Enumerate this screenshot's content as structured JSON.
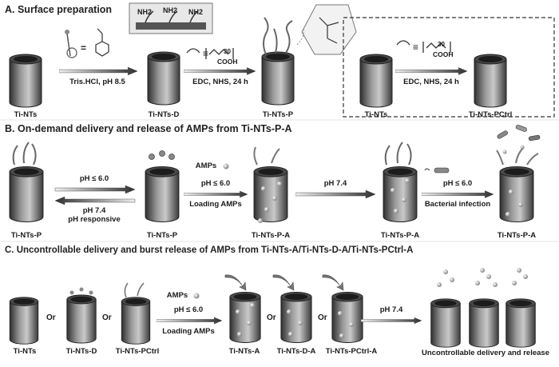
{
  "panel_a": {
    "title": "A. Surface preparation",
    "nh2": [
      "NH2",
      "NH2",
      "NH2"
    ],
    "sub_30": "30",
    "cooh": "COOH",
    "labels": {
      "ti_nts": "Ti-NTs",
      "ti_nts_d": "Ti-NTs-D",
      "ti_nts_p": "Ti-NTs-P",
      "ti_nts_2": "Ti-NTs",
      "ti_nts_pctrl": "Ti-NTs-PCtrl"
    },
    "arrows": {
      "step1": "Tris.HCl, pH 8.5",
      "step2": "EDC, NHS, 24 h",
      "step3": "EDC, NHS, 24 h"
    }
  },
  "panel_b": {
    "title": "B. On-demand delivery and release of AMPs from Ti-NTs-P-A",
    "labels": [
      "Ti-NTs-P",
      "Ti-NTs-P",
      "Ti-NTs-P-A",
      "Ti-NTs-P-A",
      "Ti-NTs-P-A"
    ],
    "arrows": {
      "top": "pH ≤ 6.0",
      "bottom1": "pH 7.4",
      "bottom2": "pH responsive",
      "amps": "AMPs",
      "load_ph": "pH ≤ 6.0",
      "loading": "Loading AMPs",
      "ph74": "pH 7.4",
      "bact_ph": "pH ≤ 6.0",
      "bacterial": "Bacterial infection"
    }
  },
  "panel_c": {
    "title": "C. Uncontrollable delivery and burst release of AMPs from Ti-NTs-A/Ti-NTs-D-A/Ti-NTs-PCtrl-A",
    "or": "Or",
    "labels_left": [
      "Ti-NTs",
      "Ti-NTs-D",
      "Ti-NTs-PCtrl"
    ],
    "labels_mid": [
      "Ti-NTs-A",
      "Ti-NTs-D-A",
      "Ti-NTs-PCtrl-A"
    ],
    "arrows": {
      "amps": "AMPs",
      "ph": "pH ≤ 6.0",
      "loading": "Loading AMPs",
      "ph74": "pH 7.4"
    },
    "final": "Uncontrollable delivery and release"
  },
  "colors": {
    "tube_dark": "#3a3a3a",
    "tube_mid": "#8a8a8a",
    "tube_light": "#d0d0d0",
    "frame": "#9a9a9a"
  }
}
